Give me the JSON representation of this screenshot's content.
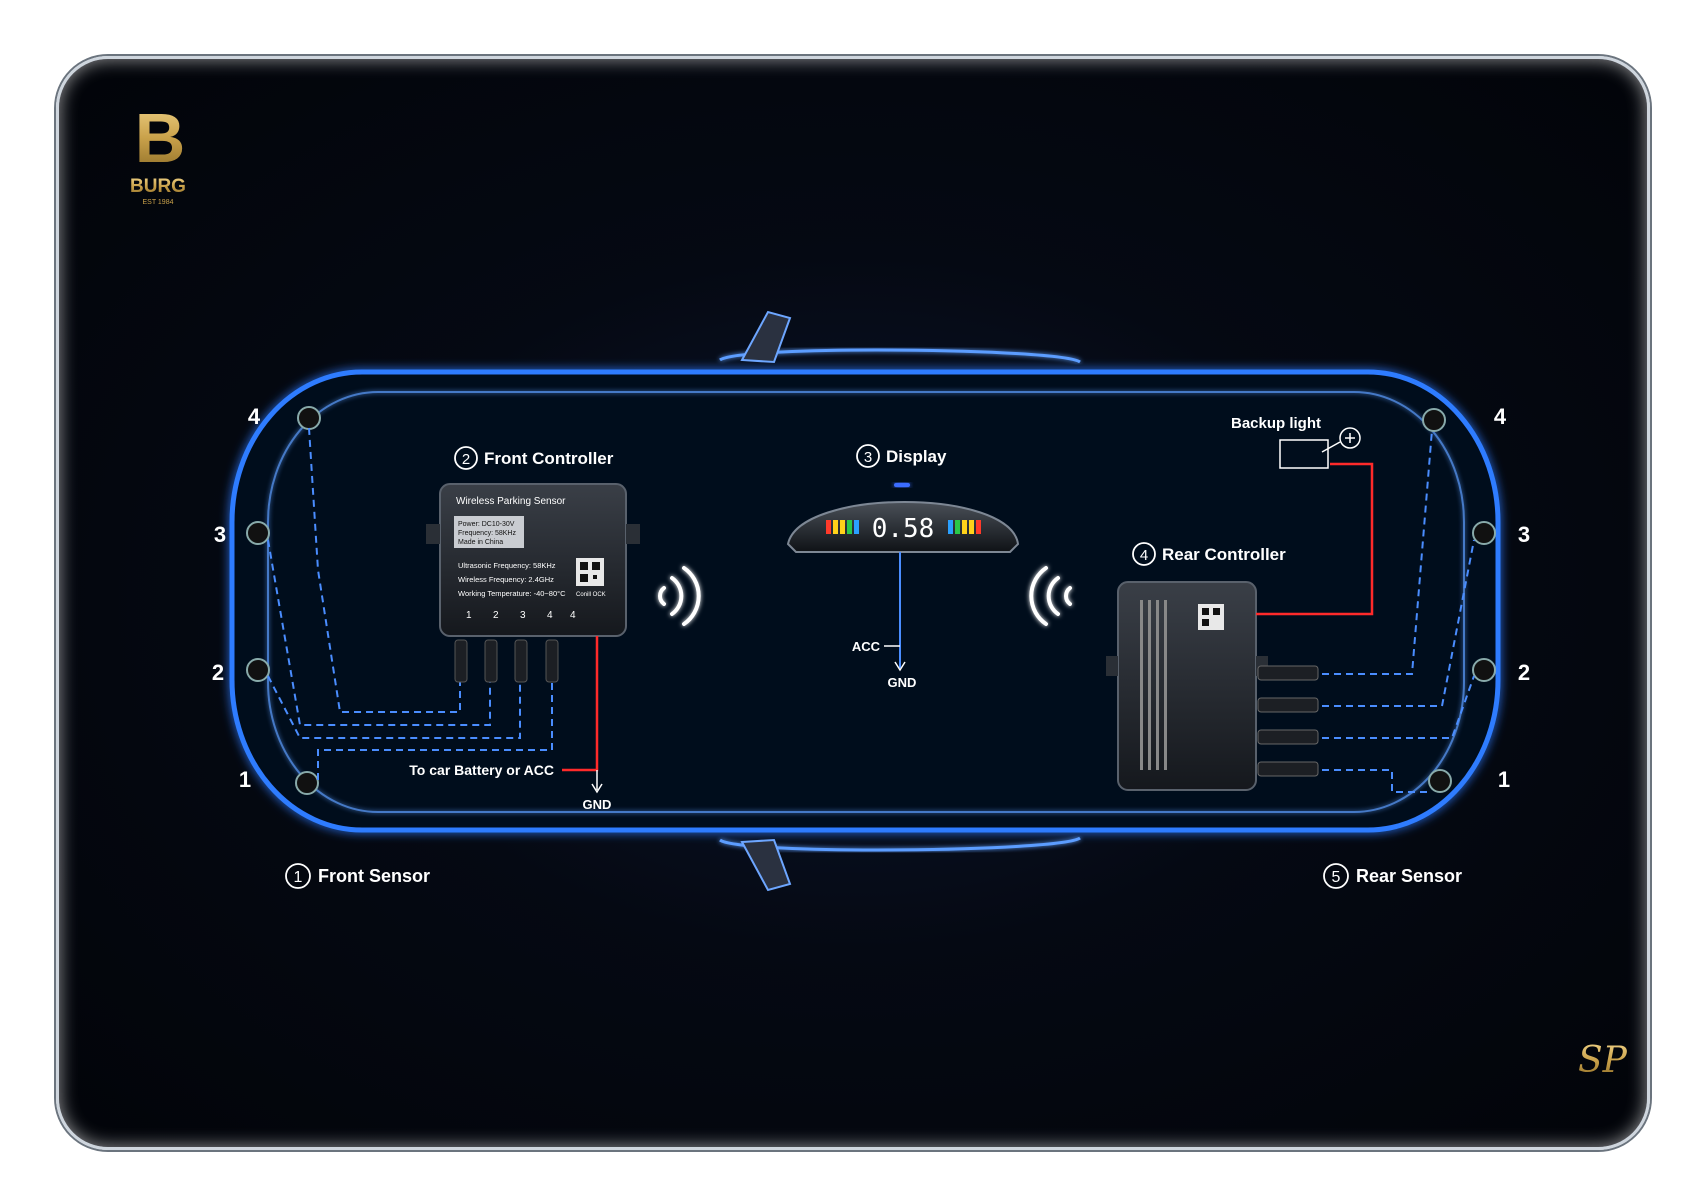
{
  "brand": {
    "letter": "B",
    "name": "BURG",
    "tagline": "EST 1984"
  },
  "signature": "SP",
  "components": {
    "front_sensor": {
      "number": "1",
      "label": "Front Sensor"
    },
    "front_controller": {
      "number": "2",
      "label": "Front Controller"
    },
    "display": {
      "number": "3",
      "label": "Display"
    },
    "rear_controller": {
      "number": "4",
      "label": "Rear Controller"
    },
    "rear_sensor": {
      "number": "5",
      "label": "Rear Sensor"
    }
  },
  "front_box": {
    "title": "Wireless Parking Sensor",
    "spec_lines": [
      "Power: DC10-30V",
      "Frequency: 58KHz",
      "Made  in  China"
    ],
    "info_lines": [
      "Ultrasonic Frequency: 58KHz",
      "Wireless Frequency: 2.4GHz",
      "Working Temperature: -40~80°C"
    ],
    "ports": [
      "1",
      "2",
      "3",
      "4",
      "4"
    ],
    "qr_caption": "Conill OCK"
  },
  "display_unit": {
    "reading": "0.58"
  },
  "wiring": {
    "battery": "To car Battery or ACC",
    "gnd_front": "GND",
    "acc": "ACC",
    "gnd_display": "GND",
    "backup_light": "Backup light"
  },
  "sensor_numbers": {
    "front": [
      "4",
      "3",
      "2",
      "1"
    ],
    "rear": [
      "4",
      "3",
      "2",
      "1"
    ]
  },
  "colors": {
    "glow": "#2f7bff",
    "wire_blue": "#4a8dff",
    "wire_red": "#ff2a2a",
    "gold": "#c9a14a"
  }
}
